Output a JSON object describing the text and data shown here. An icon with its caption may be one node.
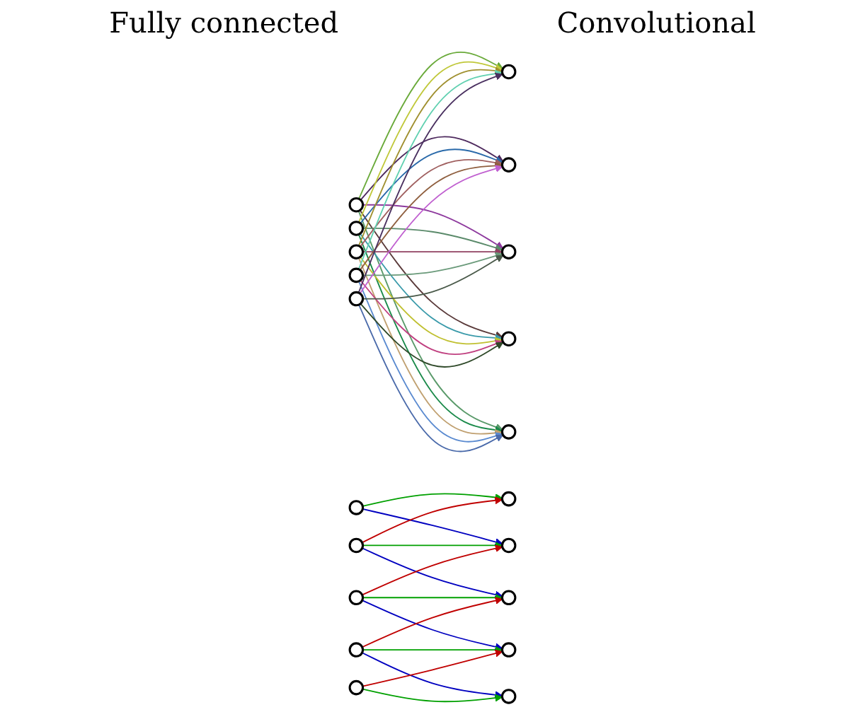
{
  "diagram": {
    "nodes": [
      {
        "text": [],
        "shape": "circle"
      },
      {
        "text": [],
        "shape": "circle"
      },
      {
        "text": [],
        "shape": "circle"
      },
      {
        "text": [],
        "shape": "circle"
      },
      {
        "text": [],
        "shape": "circle"
      },
      {
        "text": [],
        "shape": "circle"
      },
      {
        "text": [],
        "shape": "circle"
      },
      {
        "text": [],
        "shape": "circle"
      },
      {
        "text": [],
        "shape": "circle"
      },
      {
        "text": [],
        "shape": "circle"
      },
      {
        "text": [],
        "shape": "circle"
      },
      {
        "text": [],
        "shape": "circle"
      },
      {
        "text": [],
        "shape": "circle"
      },
      {
        "text": [],
        "shape": "circle"
      },
      {
        "text": [],
        "shape": "circle"
      },
      {
        "text": [],
        "shape": "circle"
      },
      {
        "text": [],
        "shape": "circle"
      },
      {
        "text": [],
        "shape": "circle"
      },
      {
        "text": [],
        "shape": "circle"
      },
      {
        "text": [],
        "shape": "circle"
      }
    ],
    "edges": [
      {
        "from": 0,
        "to": 5,
        "arrow": "to",
        "color": "#6aaa3a"
      },
      {
        "from": 0,
        "to": 6,
        "arrow": "to",
        "color": "#4e2a5e"
      },
      {
        "from": 0,
        "to": 7,
        "arrow": "to",
        "color": "#8e3a9e"
      },
      {
        "from": 0,
        "to": 8,
        "arrow": "to",
        "color": "#5a3a3a"
      },
      {
        "from": 0,
        "to": 9,
        "arrow": "to",
        "color": "#5a9a6a"
      },
      {
        "from": 1,
        "to": 5,
        "arrow": "to",
        "color": "#c0c83a"
      },
      {
        "from": 1,
        "to": 6,
        "arrow": "to",
        "color": "#2a6aaa"
      },
      {
        "from": 1,
        "to": 7,
        "arrow": "to",
        "color": "#5a8a6a"
      },
      {
        "from": 1,
        "to": 8,
        "arrow": "to",
        "color": "#3a9aaa"
      },
      {
        "from": 1,
        "to": 9,
        "arrow": "to",
        "color": "#1a8a4a"
      },
      {
        "from": 2,
        "to": 5,
        "arrow": "to",
        "color": "#a09030"
      },
      {
        "from": 2,
        "to": 6,
        "arrow": "to",
        "color": "#a06060"
      },
      {
        "from": 2,
        "to": 7,
        "arrow": "to",
        "color": "#904060"
      },
      {
        "from": 2,
        "to": 8,
        "arrow": "to",
        "color": "#c0c030"
      },
      {
        "from": 2,
        "to": 9,
        "arrow": "to",
        "color": "#c0a070"
      },
      {
        "from": 3,
        "to": 5,
        "arrow": "to",
        "color": "#60d0b0"
      },
      {
        "from": 3,
        "to": 6,
        "arrow": "to",
        "color": "#906040"
      },
      {
        "from": 3,
        "to": 7,
        "arrow": "to",
        "color": "#6a9a7a"
      },
      {
        "from": 3,
        "to": 8,
        "arrow": "to",
        "color": "#c04080"
      },
      {
        "from": 3,
        "to": 9,
        "arrow": "to",
        "color": "#5a8ad0"
      },
      {
        "from": 4,
        "to": 5,
        "arrow": "to",
        "color": "#4a3060"
      },
      {
        "from": 4,
        "to": 6,
        "arrow": "to",
        "color": "#c060d0"
      },
      {
        "from": 4,
        "to": 7,
        "arrow": "to",
        "color": "#4a5a4a"
      },
      {
        "from": 4,
        "to": 8,
        "arrow": "to",
        "color": "#304a2a"
      },
      {
        "from": 4,
        "to": 9,
        "arrow": "to",
        "color": "#4a6aaa"
      },
      {
        "from": 10,
        "to": 15,
        "arrow": "to",
        "color": "#00a000"
      },
      {
        "from": 10,
        "to": 16,
        "arrow": "to",
        "color": "#0000c0"
      },
      {
        "from": 11,
        "to": 15,
        "arrow": "to",
        "color": "#c00000"
      },
      {
        "from": 11,
        "to": 16,
        "arrow": "to",
        "color": "#00a000"
      },
      {
        "from": 11,
        "to": 17,
        "arrow": "to",
        "color": "#0000c0"
      },
      {
        "from": 12,
        "to": 16,
        "arrow": "to",
        "color": "#c00000"
      },
      {
        "from": 12,
        "to": 17,
        "arrow": "to",
        "color": "#00a000"
      },
      {
        "from": 12,
        "to": 18,
        "arrow": "to",
        "color": "#0000c0"
      },
      {
        "from": 13,
        "to": 17,
        "arrow": "to",
        "color": "#c00000"
      },
      {
        "from": 13,
        "to": 18,
        "arrow": "to",
        "color": "#00a000"
      },
      {
        "from": 13,
        "to": 19,
        "arrow": "to",
        "color": "#0000c0"
      },
      {
        "from": 14,
        "to": 18,
        "arrow": "to",
        "color": "#c00000"
      },
      {
        "from": 14,
        "to": 19,
        "arrow": "to",
        "color": "#00a000"
      }
    ],
    "labels": [
      "Fully connected",
      "Convolutional"
    ]
  }
}
